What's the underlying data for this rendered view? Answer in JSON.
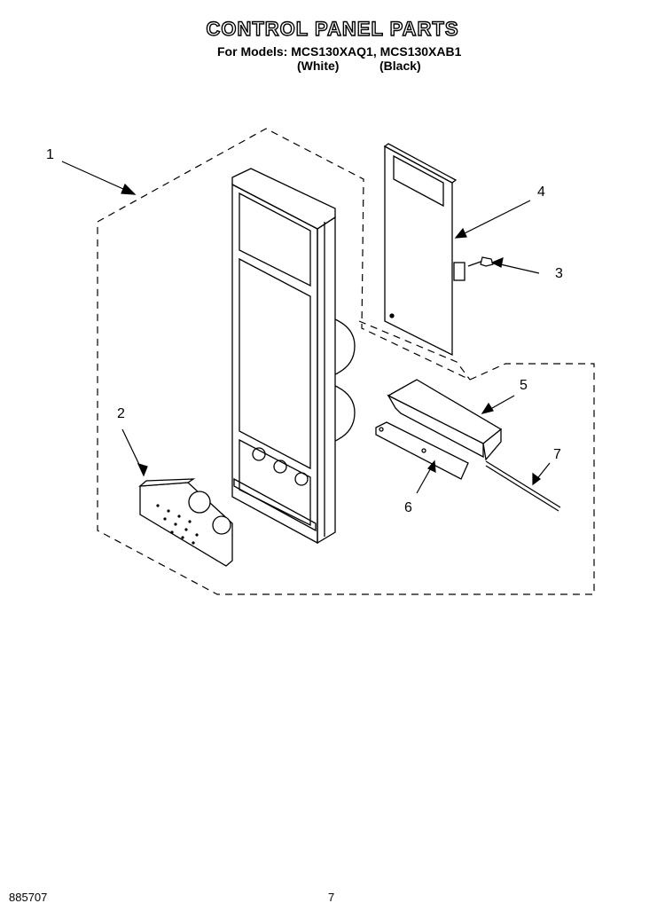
{
  "header": {
    "title": "CONTROL PANEL PARTS",
    "models_line": "For Models: MCS130XAQ1, MCS130XAB1",
    "variant_white": "(White)",
    "variant_black": "(Black)"
  },
  "callouts": [
    "1",
    "2",
    "3",
    "4",
    "5",
    "6",
    "7"
  ],
  "footer": {
    "doc_number": "885707",
    "page_number": "7"
  }
}
